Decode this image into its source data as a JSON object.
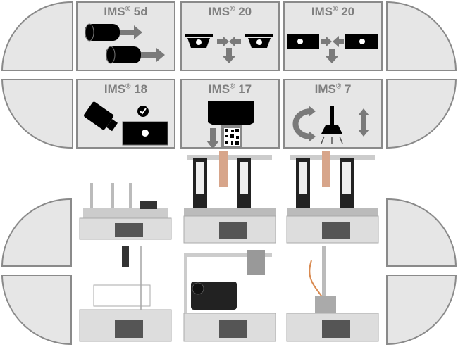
{
  "modules": [
    {
      "name": "IMS",
      "sup": "®",
      "num": "5d",
      "icon": "cylinders-arrows-icon"
    },
    {
      "name": "IMS",
      "sup": "®",
      "num": "20",
      "icon": "trapezoid-merge-icon"
    },
    {
      "name": "IMS",
      "sup": "®",
      "num": "20",
      "icon": "rectangle-merge-icon"
    },
    {
      "name": "IMS",
      "sup": "®",
      "num": "18",
      "icon": "camera-inspection-icon"
    },
    {
      "name": "IMS",
      "sup": "®",
      "num": "17",
      "icon": "qr-code-labeling-icon"
    },
    {
      "name": "IMS",
      "sup": "®",
      "num": "7",
      "icon": "rotate-press-icon"
    }
  ],
  "colors": {
    "box": "#e6e6e6",
    "border": "#8a8a8a",
    "text": "#7f7f7f",
    "arrow": "#7a7a7a"
  }
}
